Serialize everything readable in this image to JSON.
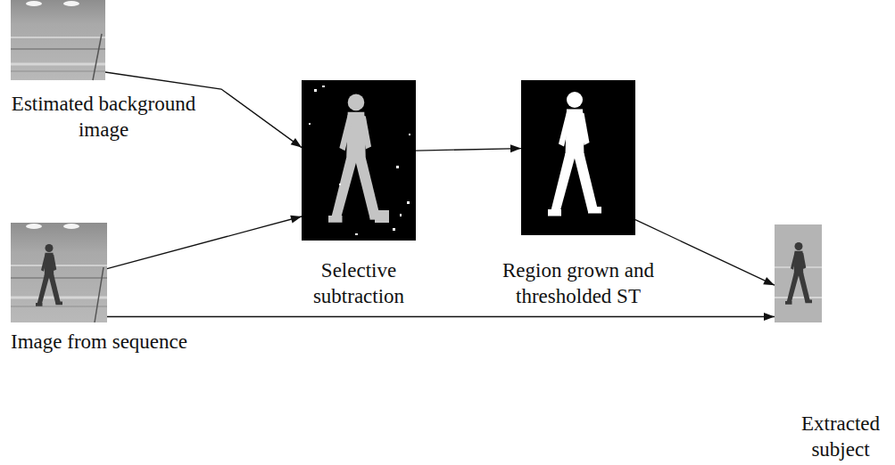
{
  "diagram": {
    "nodes": [
      {
        "text": [
          "Estimated background image"
        ]
      },
      {
        "text": [
          "Image from sequence"
        ]
      },
      {
        "text": [
          "Selective subtraction"
        ]
      },
      {
        "text": [
          "Region grown and thresholded ST"
        ]
      },
      {
        "text": [
          "Extracted subject"
        ]
      }
    ],
    "edges": [
      {
        "from": 0,
        "to": 2,
        "arrow": "to"
      },
      {
        "from": 1,
        "to": 2,
        "arrow": "to"
      },
      {
        "from": 2,
        "to": 3,
        "arrow": "to"
      },
      {
        "from": 3,
        "to": 4,
        "arrow": "to"
      },
      {
        "from": 1,
        "to": 4,
        "arrow": "to"
      }
    ]
  }
}
